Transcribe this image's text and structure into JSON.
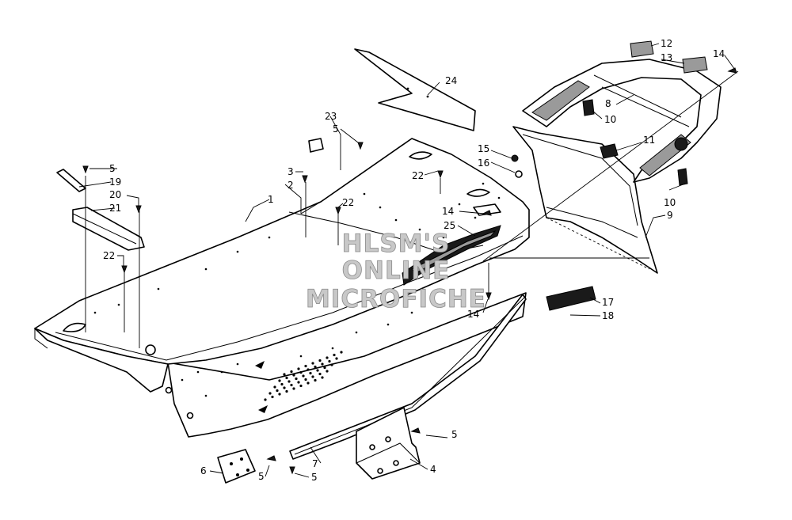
{
  "watermark": {
    "line1": "HLSM'S",
    "line2": "ONLINE",
    "line3": "MICROFICHE"
  },
  "callouts": [
    {
      "id": "1",
      "text": "1"
    },
    {
      "id": "2",
      "text": "2"
    },
    {
      "id": "3",
      "text": "3"
    },
    {
      "id": "4",
      "text": "4"
    },
    {
      "id": "5a",
      "text": "5"
    },
    {
      "id": "5b",
      "text": "5"
    },
    {
      "id": "5c",
      "text": "5"
    },
    {
      "id": "5d",
      "text": "5"
    },
    {
      "id": "5e",
      "text": "5"
    },
    {
      "id": "6",
      "text": "6"
    },
    {
      "id": "7",
      "text": "7"
    },
    {
      "id": "8",
      "text": "8"
    },
    {
      "id": "9",
      "text": "9"
    },
    {
      "id": "10a",
      "text": "10"
    },
    {
      "id": "10b",
      "text": "10"
    },
    {
      "id": "11",
      "text": "11"
    },
    {
      "id": "12",
      "text": "12"
    },
    {
      "id": "13",
      "text": "13"
    },
    {
      "id": "14a",
      "text": "14"
    },
    {
      "id": "14b",
      "text": "14"
    },
    {
      "id": "14c",
      "text": "14"
    },
    {
      "id": "15",
      "text": "15"
    },
    {
      "id": "16",
      "text": "16"
    },
    {
      "id": "17",
      "text": "17"
    },
    {
      "id": "18",
      "text": "18"
    },
    {
      "id": "19",
      "text": "19"
    },
    {
      "id": "20",
      "text": "20"
    },
    {
      "id": "21",
      "text": "21"
    },
    {
      "id": "22a",
      "text": "22"
    },
    {
      "id": "22b",
      "text": "22"
    },
    {
      "id": "22c",
      "text": "22"
    },
    {
      "id": "23",
      "text": "23"
    },
    {
      "id": "24",
      "text": "24"
    },
    {
      "id": "25",
      "text": "25"
    }
  ]
}
